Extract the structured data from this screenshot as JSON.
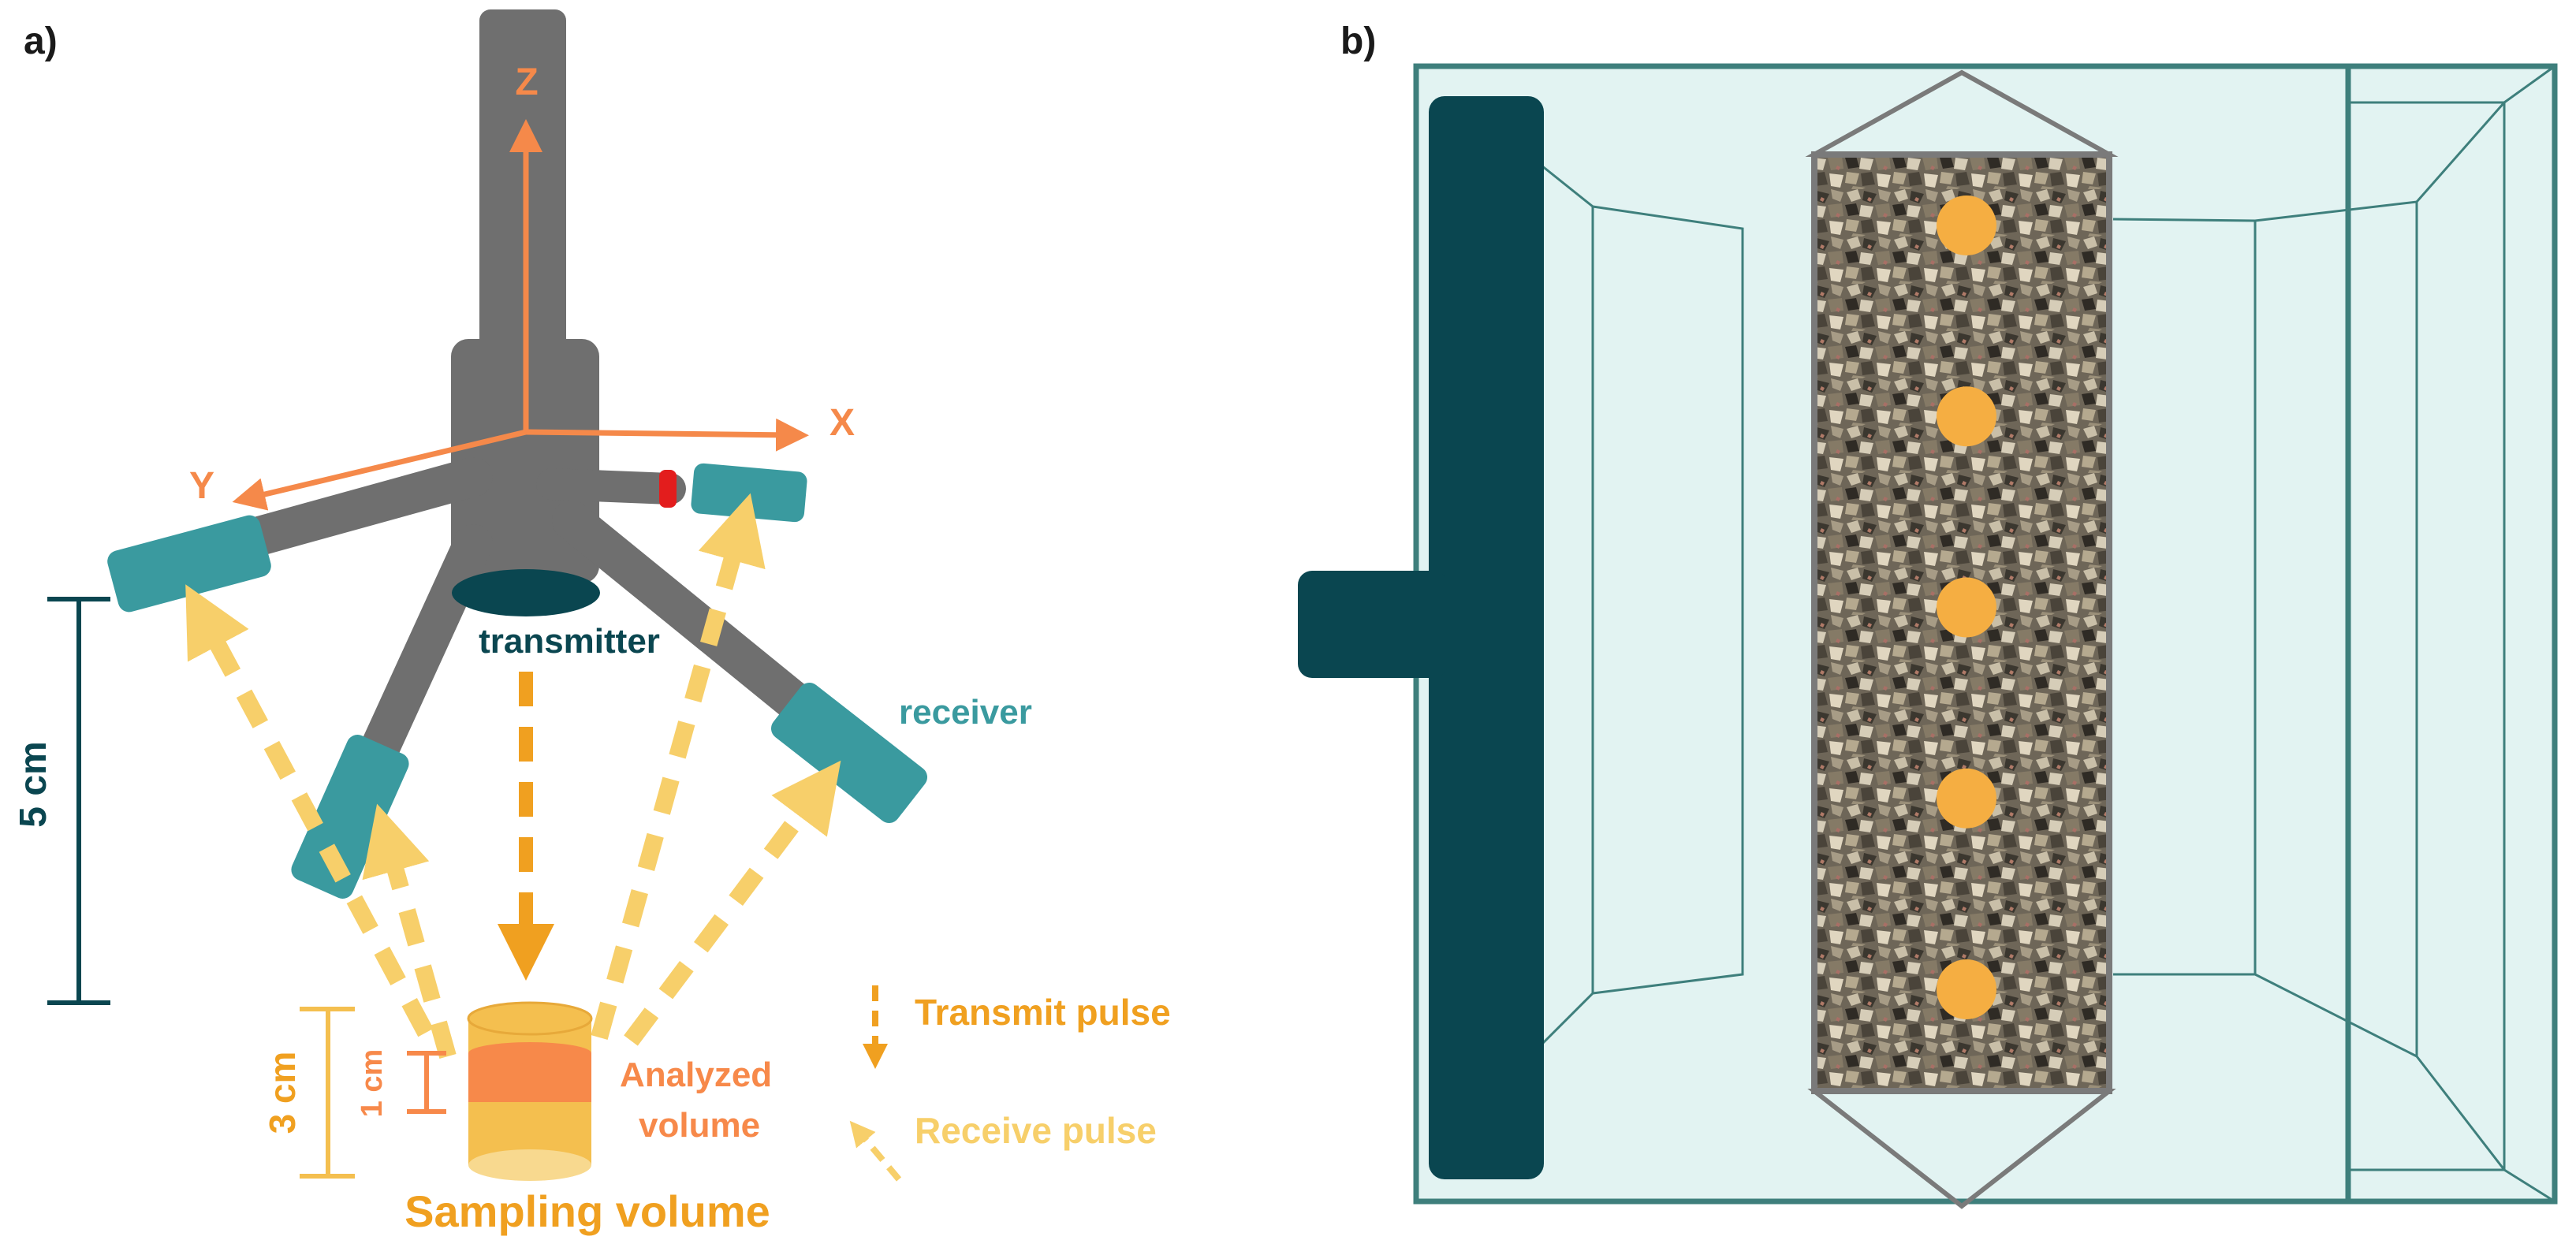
{
  "panels": {
    "a": {
      "label": "a)",
      "axes": {
        "z": "Z",
        "x": "X",
        "y": "Y"
      },
      "labels": {
        "transmitter": "transmitter",
        "receiver": "receiver",
        "height_5cm": "5 cm",
        "height_3cm": "3 cm",
        "height_1cm": "1 cm",
        "analyzed_line1": "Analyzed",
        "analyzed_line2": "volume",
        "sampling_volume": "Sampling volume"
      },
      "legend": {
        "transmit": "Transmit pulse",
        "receive": "Receive pulse"
      }
    },
    "b": {
      "label": "b)",
      "sample_points": 5
    }
  },
  "colors": {
    "probe_gray": "#6f6f6f",
    "teal_receiver": "#3a9a9f",
    "teal_dark": "#0a4650",
    "axis_orange": "#f5894a",
    "transmit_orange": "#f0a020",
    "receive_yellow": "#f7cf6a",
    "analyzed_orange": "#f7894a",
    "sampling_yellow": "#f4bf4f",
    "tank_fill": "#e2f3f2",
    "tank_line": "#3e7f7c",
    "sample_dot": "#f5ae42",
    "red_marker": "#e31d1d"
  }
}
